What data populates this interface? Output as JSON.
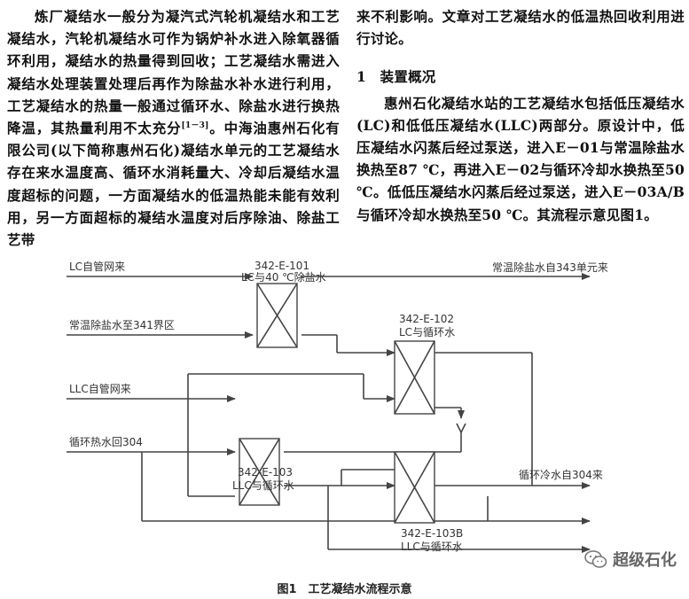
{
  "left_col": {
    "p1": "炼厂凝结水一般分为凝汽式汽轮机凝结水和工艺凝结水，汽轮机凝结水可作为锅炉补水进入除氧器循环利用，凝结水的热量得到回收；工艺凝结水需进入凝结水处理装置处理后再作为除盐水补水进行利用，工艺凝结水的热量一般通过循环水、除盐水进行换热降温，其热量利用不太充分",
    "p1_cite": "[1－3]",
    "p1_tail": "。中海油惠州石化有限公司(以下简称惠州石化)凝结水单元的工艺凝结水存在来水温度高、循环水消耗量大、冷却后凝结水温度超标的问题，一方面凝结水的低温热能未能有效利用，另一方面超标的凝结水温度对后序除油、除盐工艺带"
  },
  "right_col": {
    "p1_cont": "来不利影响。文章对工艺凝结水的低温热回收利用进行讨论。",
    "section_title": "1　装置概况",
    "p2": "惠州石化凝结水站的工艺凝结水包括低压凝结水(LC)和低低压凝结水(LLC)两部分。原设计中，低压凝结水闪蒸后经过泵送，进入E－01与常温除盐水换热至87 ℃，再进入E－02与循环冷却水换热至50 ℃。低低压凝结水闪蒸后经过泵送，进入E－03A/B与循环冷却水换热至50 ℃。其流程示意见图1。"
  },
  "diagram": {
    "lc_in": "LC自管网来",
    "dm_to_341": "常温除盐水至341界区",
    "llc_in": "LLC自管网来",
    "cw_return": "循环热水回304",
    "dm_from_343": "常温除盐水自343单元来",
    "cw_from_304": "循环冷水自304来",
    "e101_tag": "342-E-101",
    "e101_desc": "LC与40 ℃除盐水",
    "e102_tag": "342-E-102",
    "e102_desc": "LC与循环水",
    "e103_tag": "342-E-103",
    "e103_desc": "LLC与循环水",
    "e103b_tag": "342-E-103B",
    "e103b_desc": "LLC与循环水"
  },
  "caption": "图1　工艺凝结水流程示意",
  "watermark": "超级石化"
}
